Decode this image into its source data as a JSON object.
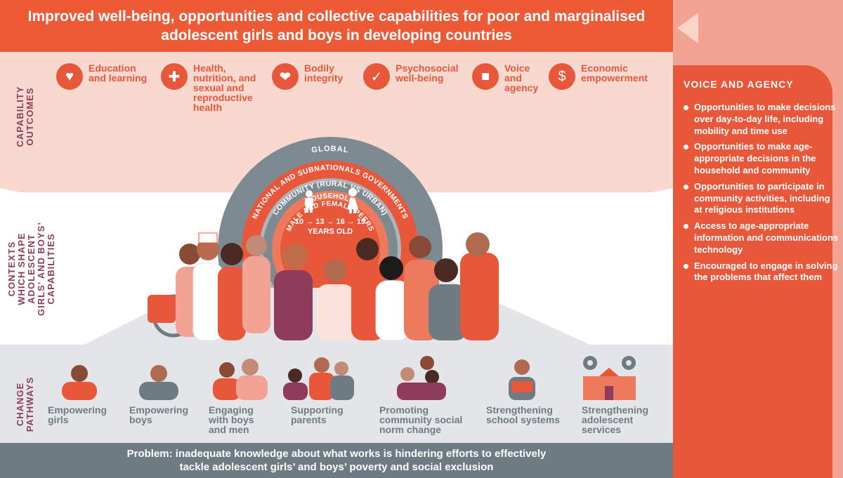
{
  "header": {
    "title": "Improved well-being, opportunities and collective capabilities for poor and marginalised adolescent girls and boys in developing countries"
  },
  "section_labels": {
    "capability_outcomes": "CAPABILITY\nOUTCOMES",
    "contexts": "CONTEXTS\nWHICH SHAPE\nADOLESCENT\nGIRLS’ AND BOYS’\nCAPABILITIES",
    "change_pathways": "CHANGE\nPATHWAYS"
  },
  "outcomes": [
    {
      "label": "Education\nand learning",
      "icon": "book-heart-icon"
    },
    {
      "label": "Health,\nnutrition, and\nsexual and\nreproductive\nhealth",
      "icon": "medical-cross-icon"
    },
    {
      "label": "Bodily\nintegrity",
      "icon": "heart-hands-icon"
    },
    {
      "label": "Psychosocial\nwell-being",
      "icon": "head-check-icon"
    },
    {
      "label": "Voice\nand\nagency",
      "icon": "speech-bubble-icon"
    },
    {
      "label": "Economic\nempowerment",
      "icon": "banknote-icon"
    }
  ],
  "arcs": {
    "global": "GLOBAL",
    "national": "NATIONAL AND SUBNATIONALS GOVERNMENTS",
    "community": "COMMUNITY (RURAL VS URBAN)",
    "household": "HOUSEHOLD",
    "peers": "MALE AND FEMALE PEERS",
    "ages": "10 → 13 → 16 → 19",
    "years": "YEARS OLD"
  },
  "pathways": [
    {
      "label": "Empowering\ngirls"
    },
    {
      "label": "Empowering\nboys"
    },
    {
      "label": "Engaging\nwith boys\nand men"
    },
    {
      "label": "Supporting\nparents"
    },
    {
      "label": "Promoting\ncommunity social\nnorm change"
    },
    {
      "label": "Strengthening\nschool systems"
    },
    {
      "label": "Strengthening\nadolescent\nservices"
    }
  ],
  "problem": {
    "text": "Problem: inadequate knowledge about what works is hindering efforts to effectively tackle adolescent girls’ and boys’ poverty and social exclusion"
  },
  "panel": {
    "title": "VOICE AND AGENCY",
    "items": [
      "Opportunities to make decisions over day-to-day life, including mobility and time use",
      "Opportunities to make age-appropriate decisions in the household and community",
      "Opportunities to participate in community activities, including at religious institutions",
      "Access to age-appropriate information and communications technology",
      "Encouraged to engage in solving the problems that affect them"
    ]
  },
  "colors": {
    "accent": "#ee5a36",
    "salmon_band": "#f9d9cf",
    "grey_band": "#e4e5e8",
    "slate": "#6e7b83",
    "purple_label": "#8e3b5c",
    "panel": "#e8573a",
    "panel_light": "#f3a393"
  }
}
